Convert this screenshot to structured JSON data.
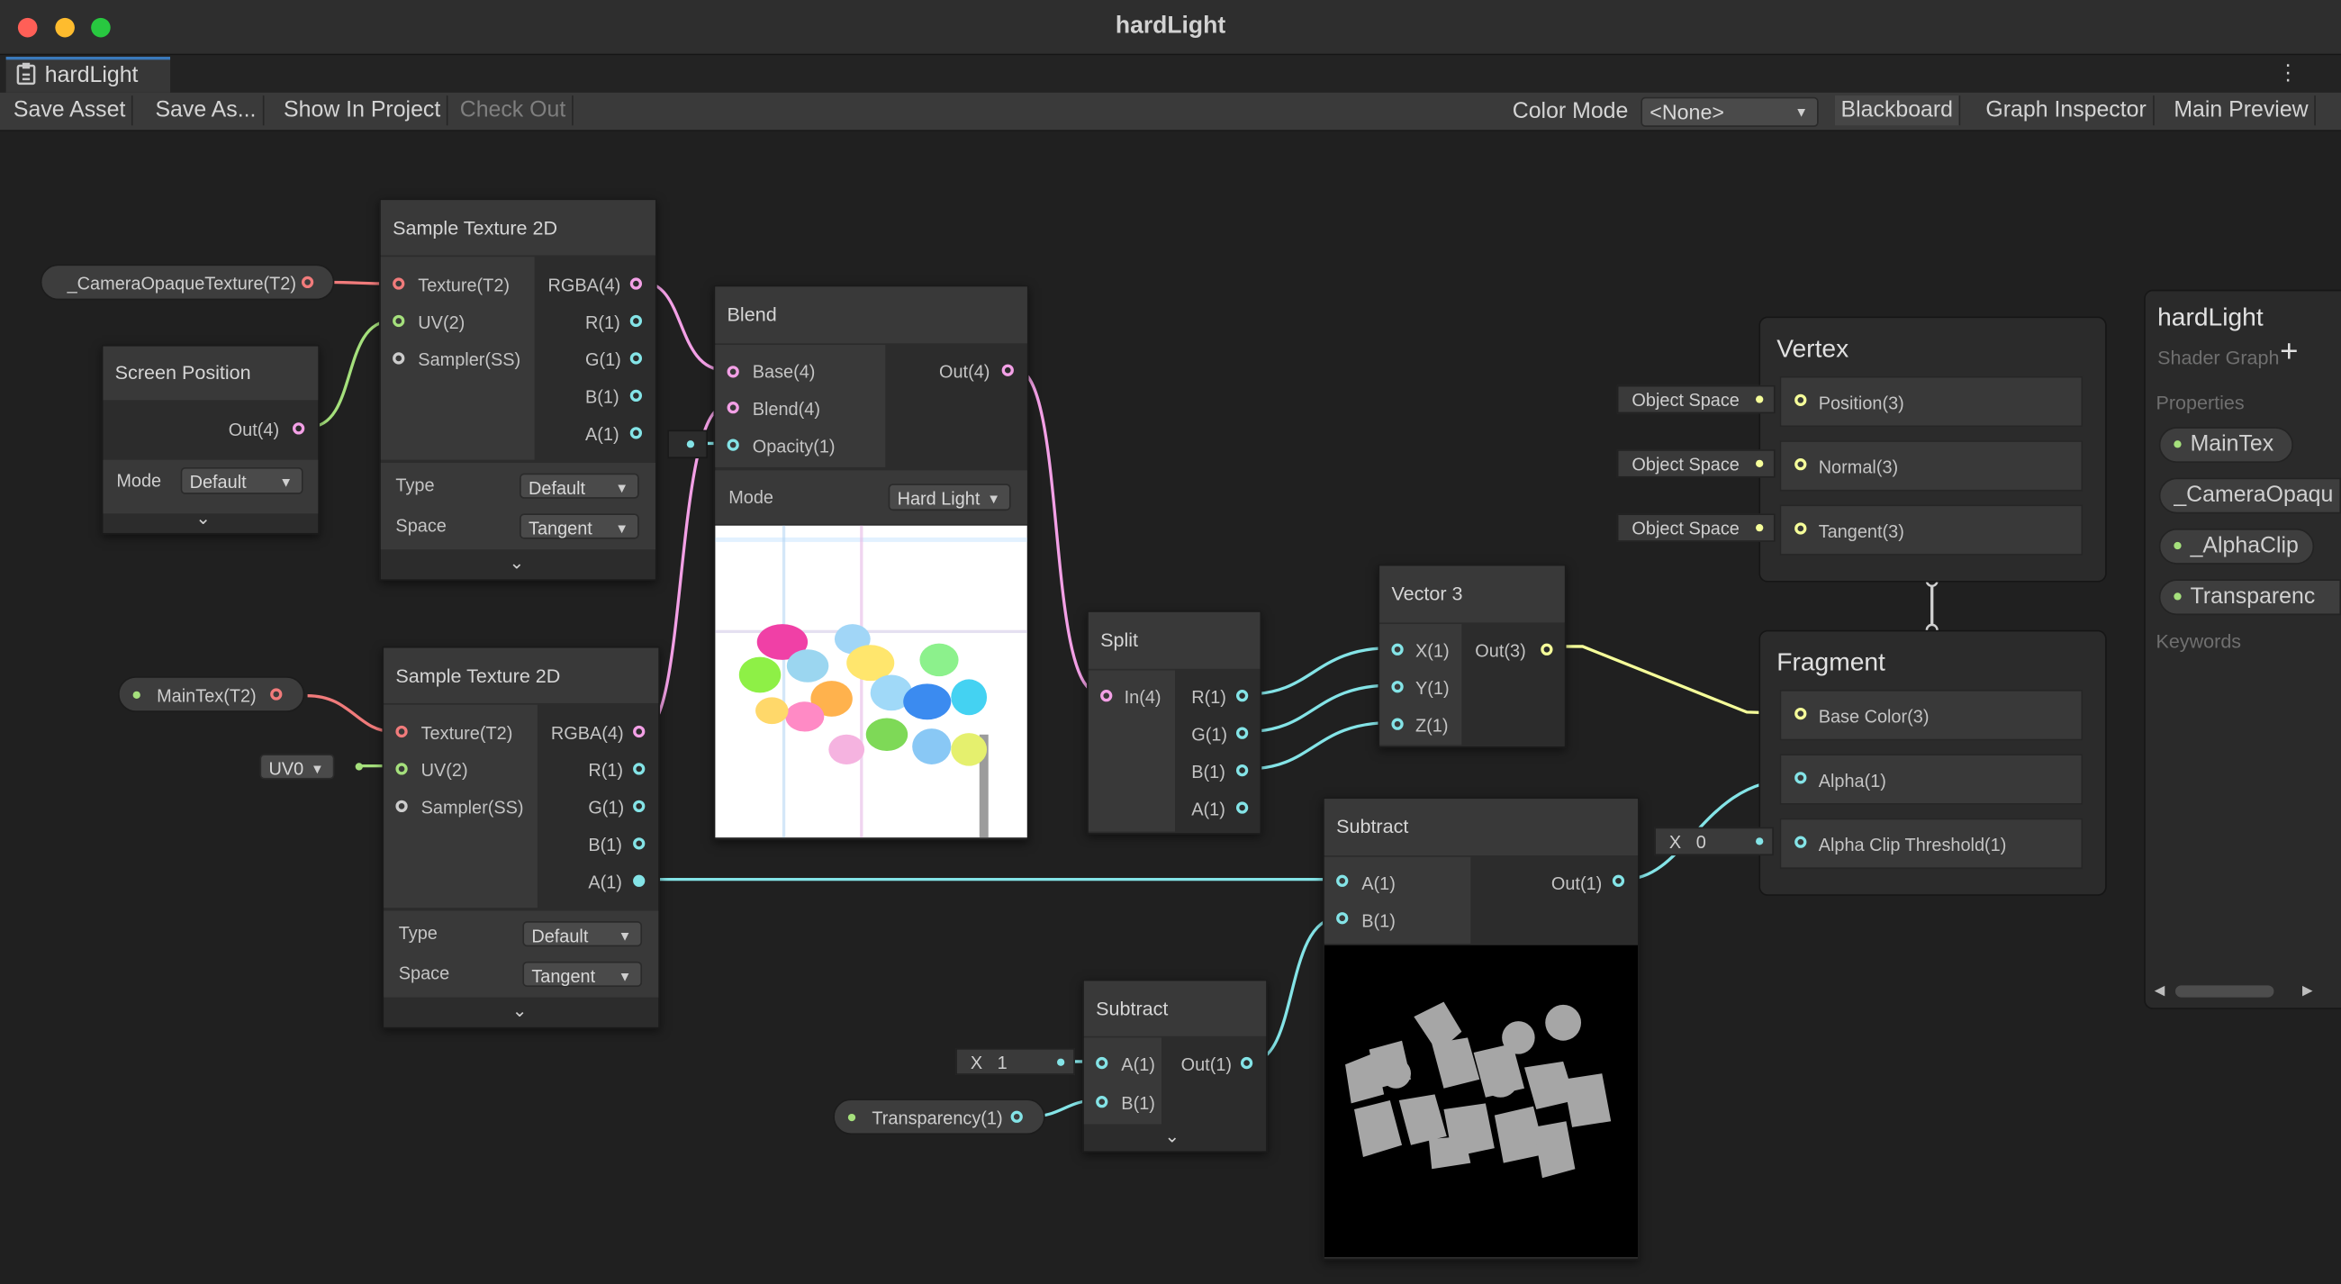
{
  "window": {
    "title": "hardLight",
    "tab_label": "hardLight"
  },
  "toolbar": {
    "save_asset": "Save Asset",
    "save_as": "Save As...",
    "show_in_project": "Show In Project",
    "check_out": "Check Out",
    "color_mode_label": "Color Mode",
    "color_mode_value": "<None>",
    "blackboard": "Blackboard",
    "graph_inspector": "Graph Inspector",
    "main_preview": "Main Preview"
  },
  "colors": {
    "texture_port": "#f17b7b",
    "vector4_port": "#f3a0e6",
    "float_port": "#84e4e7",
    "vector3_port": "#f6ff9a",
    "uv_port": "#a5e07c",
    "sampler_port": "#cccccc"
  },
  "nodes": {
    "camera_opaque_prop": "_CameraOpaqueTexture(T2)",
    "screen_position": {
      "title": "Screen Position",
      "out": "Out(4)",
      "mode_label": "Mode",
      "mode_value": "Default"
    },
    "sample1": {
      "title": "Sample Texture 2D",
      "inputs": [
        "Texture(T2)",
        "UV(2)",
        "Sampler(SS)"
      ],
      "outputs": [
        "RGBA(4)",
        "R(1)",
        "G(1)",
        "B(1)",
        "A(1)"
      ],
      "type_label": "Type",
      "type_value": "Default",
      "space_label": "Space",
      "space_value": "Tangent"
    },
    "sample2": {
      "title": "Sample Texture 2D",
      "inputs": [
        "Texture(T2)",
        "UV(2)",
        "Sampler(SS)"
      ],
      "outputs": [
        "RGBA(4)",
        "R(1)",
        "G(1)",
        "B(1)",
        "A(1)"
      ],
      "type_label": "Type",
      "type_value": "Default",
      "space_label": "Space",
      "space_value": "Tangent"
    },
    "maintex_prop": "MainTex(T2)",
    "uv0": "UV0",
    "blend": {
      "title": "Blend",
      "inputs": [
        "Base(4)",
        "Blend(4)",
        "Opacity(1)"
      ],
      "out": "Out(4)",
      "mode_label": "Mode",
      "mode_value": "Hard Light"
    },
    "split": {
      "title": "Split",
      "input": "In(4)",
      "outputs": [
        "R(1)",
        "G(1)",
        "B(1)",
        "A(1)"
      ]
    },
    "vector3": {
      "title": "Vector 3",
      "inputs": [
        "X(1)",
        "Y(1)",
        "Z(1)"
      ],
      "out": "Out(3)"
    },
    "subtract1": {
      "title": "Subtract",
      "inputs": [
        "A(1)",
        "B(1)"
      ],
      "out": "Out(1)"
    },
    "subtract2": {
      "title": "Subtract",
      "inputs": [
        "A(1)",
        "B(1)"
      ],
      "out": "Out(1)",
      "a_field_label": "X",
      "a_field_value": "1"
    },
    "transparency_prop": "Transparency(1)"
  },
  "master": {
    "vertex_title": "Vertex",
    "vertex_blocks": [
      "Position(3)",
      "Normal(3)",
      "Tangent(3)"
    ],
    "object_space": "Object Space",
    "fragment_title": "Fragment",
    "fragment_blocks": [
      "Base Color(3)",
      "Alpha(1)",
      "Alpha Clip Threshold(1)"
    ],
    "alpha_clip_field_label": "X",
    "alpha_clip_field_value": "0"
  },
  "blackboard": {
    "title": "hardLight",
    "subtitle": "Shader Graph",
    "add": "+",
    "properties_label": "Properties",
    "properties": [
      "MainTex",
      "_CameraOpaqu",
      "_AlphaClip",
      "Transparenc"
    ],
    "keywords_label": "Keywords"
  }
}
